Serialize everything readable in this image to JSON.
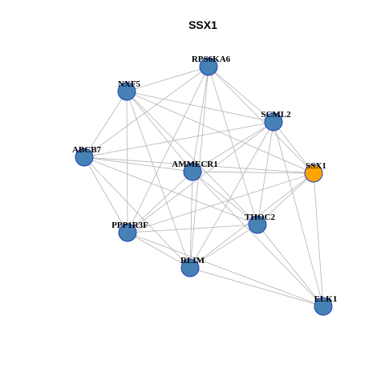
{
  "title": "SSX1",
  "colors": {
    "node_default": "#4682b4",
    "node_highlight": "#ffa500",
    "node_border": "#1f3fbf",
    "edge": "#b3b3b3"
  },
  "nodes": [
    {
      "id": "RPS6KA6",
      "label": "RPS6KA6",
      "highlight": false
    },
    {
      "id": "NXF5",
      "label": "NXF5",
      "highlight": false
    },
    {
      "id": "SCML2",
      "label": "SCML2",
      "highlight": false
    },
    {
      "id": "ABCB7",
      "label": "ABCB7",
      "highlight": false
    },
    {
      "id": "AMMECR1",
      "label": "AMMECR1",
      "highlight": false
    },
    {
      "id": "SSX1",
      "label": "SSX1",
      "highlight": true
    },
    {
      "id": "THOC2",
      "label": "THOC2",
      "highlight": false
    },
    {
      "id": "PPP1R3F",
      "label": "PPP1R3F",
      "highlight": false
    },
    {
      "id": "RLIM",
      "label": "RLIM",
      "highlight": false
    },
    {
      "id": "ELK1",
      "label": "ELK1",
      "highlight": false
    }
  ],
  "edges": [
    [
      "RPS6KA6",
      "NXF5"
    ],
    [
      "RPS6KA6",
      "ABCB7"
    ],
    [
      "RPS6KA6",
      "SCML2"
    ],
    [
      "RPS6KA6",
      "AMMECR1"
    ],
    [
      "RPS6KA6",
      "SSX1"
    ],
    [
      "RPS6KA6",
      "THOC2"
    ],
    [
      "RPS6KA6",
      "PPP1R3F"
    ],
    [
      "RPS6KA6",
      "RLIM"
    ],
    [
      "NXF5",
      "SCML2"
    ],
    [
      "NXF5",
      "ABCB7"
    ],
    [
      "NXF5",
      "AMMECR1"
    ],
    [
      "NXF5",
      "PPP1R3F"
    ],
    [
      "NXF5",
      "RLIM"
    ],
    [
      "NXF5",
      "THOC2"
    ],
    [
      "NXF5",
      "SSX1"
    ],
    [
      "SCML2",
      "AMMECR1"
    ],
    [
      "SCML2",
      "SSX1"
    ],
    [
      "SCML2",
      "THOC2"
    ],
    [
      "SCML2",
      "PPP1R3F"
    ],
    [
      "SCML2",
      "RLIM"
    ],
    [
      "SCML2",
      "ELK1"
    ],
    [
      "SCML2",
      "ABCB7"
    ],
    [
      "ABCB7",
      "AMMECR1"
    ],
    [
      "ABCB7",
      "SSX1"
    ],
    [
      "ABCB7",
      "PPP1R3F"
    ],
    [
      "ABCB7",
      "RLIM"
    ],
    [
      "ABCB7",
      "THOC2"
    ],
    [
      "AMMECR1",
      "SSX1"
    ],
    [
      "AMMECR1",
      "THOC2"
    ],
    [
      "AMMECR1",
      "PPP1R3F"
    ],
    [
      "AMMECR1",
      "RLIM"
    ],
    [
      "AMMECR1",
      "ELK1"
    ],
    [
      "SSX1",
      "THOC2"
    ],
    [
      "SSX1",
      "PPP1R3F"
    ],
    [
      "SSX1",
      "RLIM"
    ],
    [
      "SSX1",
      "ELK1"
    ],
    [
      "THOC2",
      "PPP1R3F"
    ],
    [
      "THOC2",
      "RLIM"
    ],
    [
      "THOC2",
      "ELK1"
    ],
    [
      "PPP1R3F",
      "RLIM"
    ],
    [
      "PPP1R3F",
      "ELK1"
    ],
    [
      "RLIM",
      "ELK1"
    ]
  ]
}
